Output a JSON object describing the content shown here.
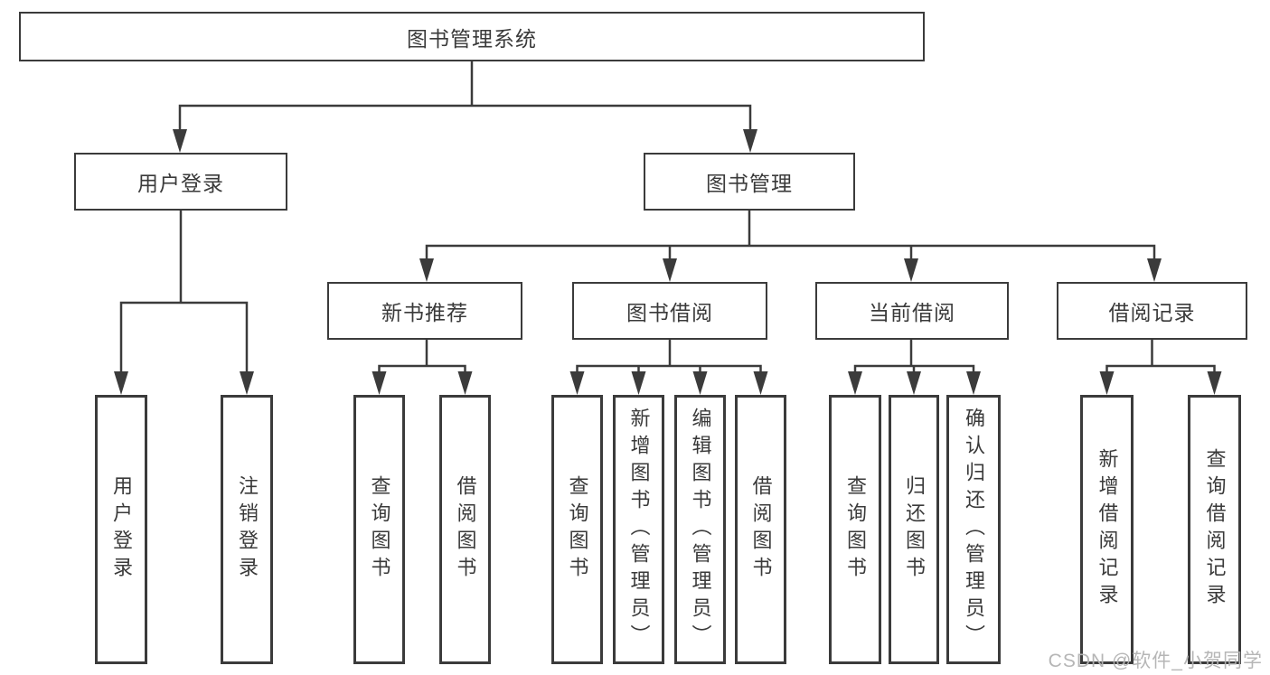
{
  "diagram": {
    "type": "hierarchy-tree",
    "title": "图书管理系统",
    "colors": {
      "background": "#ffffff",
      "line": "#3b3b3b",
      "box_border": "#3b3b3b",
      "text": "#3a3a3a",
      "watermark": "#b2b2b2"
    },
    "tree": {
      "root": {
        "label": "图书管理系统"
      },
      "branches": [
        {
          "label": "用户登录",
          "children": [
            {
              "label": "用户登录"
            },
            {
              "label": "注销登录"
            }
          ]
        },
        {
          "label": "图书管理",
          "children": [
            {
              "label": "新书推荐",
              "children": [
                {
                  "label": "查询图书"
                },
                {
                  "label": "借阅图书"
                }
              ]
            },
            {
              "label": "图书借阅",
              "children": [
                {
                  "label": "查询图书"
                },
                {
                  "label": "新增图书（管理员）"
                },
                {
                  "label": "编辑图书（管理员）"
                },
                {
                  "label": "借阅图书"
                }
              ]
            },
            {
              "label": "当前借阅",
              "children": [
                {
                  "label": "查询图书"
                },
                {
                  "label": "归还图书"
                },
                {
                  "label": "确认归还（管理员）"
                }
              ]
            },
            {
              "label": "借阅记录",
              "children": [
                {
                  "label": "新增借阅记录"
                },
                {
                  "label": "查询借阅记录"
                }
              ]
            }
          ]
        }
      ]
    },
    "watermark": {
      "text": "CSDN @软件_小贺同学"
    }
  }
}
